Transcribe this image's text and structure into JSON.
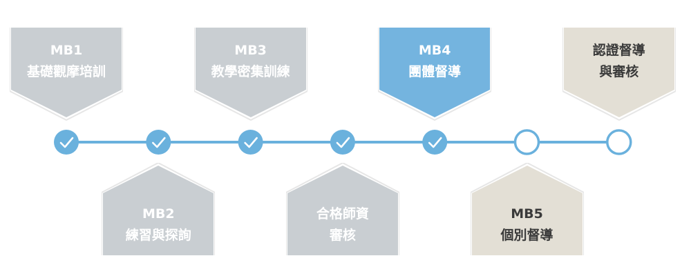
{
  "steps": [
    {
      "lines": [
        "MB1",
        "基礎觀摩培訓"
      ],
      "completed": true,
      "style": "grey",
      "position": "above"
    },
    {
      "lines": [
        "MB2",
        "練習與探詢"
      ],
      "completed": true,
      "style": "grey",
      "position": "below"
    },
    {
      "lines": [
        "MB3",
        "教學密集訓練"
      ],
      "completed": true,
      "style": "grey",
      "position": "above"
    },
    {
      "lines": [
        "合格師資",
        "審核"
      ],
      "completed": true,
      "style": "grey",
      "position": "below"
    },
    {
      "lines": [
        "MB4",
        "團體督導"
      ],
      "completed": true,
      "style": "blue",
      "position": "above"
    },
    {
      "lines": [
        "MB5",
        "個別督導"
      ],
      "completed": false,
      "style": "beige",
      "position": "below"
    },
    {
      "lines": [
        "認證督導",
        "與審核"
      ],
      "completed": false,
      "style": "beige",
      "position": "above"
    }
  ],
  "colors": {
    "grey_fill": "#c9ced2",
    "blue_fill": "#74b4df",
    "beige_fill": "#e3dfd5",
    "outline": "#e6e6e6",
    "timeline": "#6ab1dd",
    "node_done": "#6ab1dd",
    "node_pending": "#ffffff",
    "check": "#ffffff"
  },
  "icons": {
    "completed": "checkmark-icon",
    "pending": "empty-circle-icon"
  }
}
